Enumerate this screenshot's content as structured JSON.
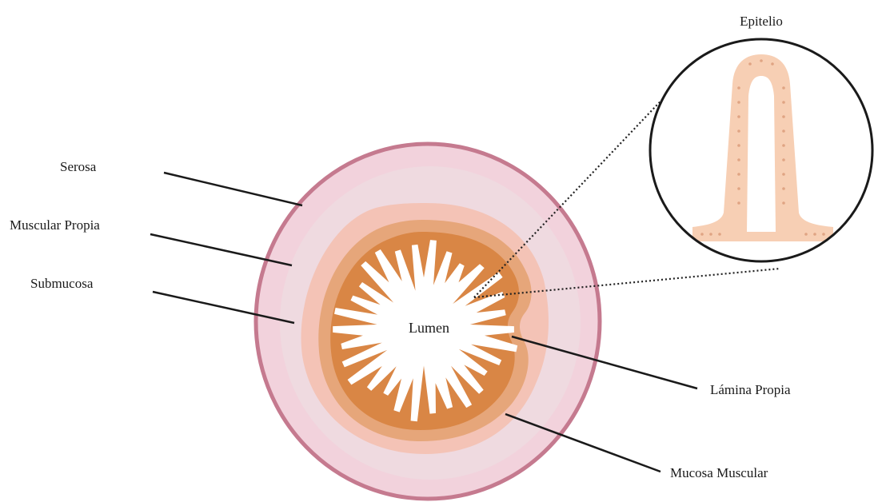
{
  "labels": {
    "epitelio": "Epitelio",
    "serosa": "Serosa",
    "muscular_propia": "Muscular Propia",
    "submucosa": "Submucosa",
    "lumen": "Lumen",
    "lamina_propia": "Lámina Propia",
    "mucosa_muscular": "Mucosa Muscular"
  },
  "colors": {
    "serosa_border": "#c57a8f",
    "serosa_fill": "#f2d2dc",
    "muscular_propia_fill": "#efdae0",
    "submucosa_fill": "#f4c3b6",
    "mucosa_muscular_fill": "#e6a67a",
    "lamina_propia_fill": "#d98645",
    "lumen_fill": "#ffffff",
    "villus_fill": "#f7cfb4",
    "villus_dots": "#e0a483"
  }
}
